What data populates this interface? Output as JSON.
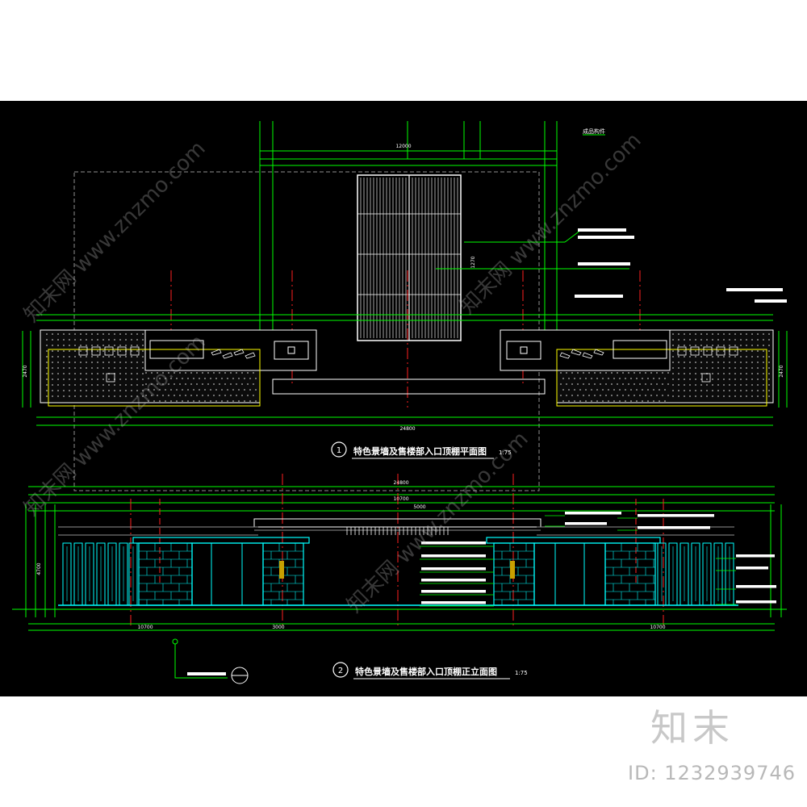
{
  "drawing": {
    "plan_view": {
      "number": "1",
      "title": "特色景墙及售楼部入口顶棚平面图",
      "scale": "1:75",
      "top_dimension": "12000",
      "bottom_dimension": "24800",
      "right_dimension_a": "1270",
      "right_dimension_b": "2470",
      "left_dimension": "2470"
    },
    "elevation_view": {
      "number": "2",
      "title": "特色景墙及售楼部入口顶棚正立面图",
      "scale": "1:75",
      "top_dimension": "24800",
      "mid_dimension": "10700",
      "bottom_left": "10700",
      "bottom_mid": "3000",
      "bottom_right": "10700",
      "center_label": "5000",
      "height_left": "4700"
    },
    "top_note": "成品构件",
    "colors": {
      "background": "#000000",
      "green": "#00ff00",
      "cyan": "#00ffff",
      "red": "#ff2020",
      "yellow": "#ffff00",
      "white": "#ffffff",
      "gray": "#909090"
    }
  },
  "branding": {
    "logo": "知末",
    "id_text": "ID: 1232939746",
    "watermark": "知末网 www.znzmo.com"
  }
}
